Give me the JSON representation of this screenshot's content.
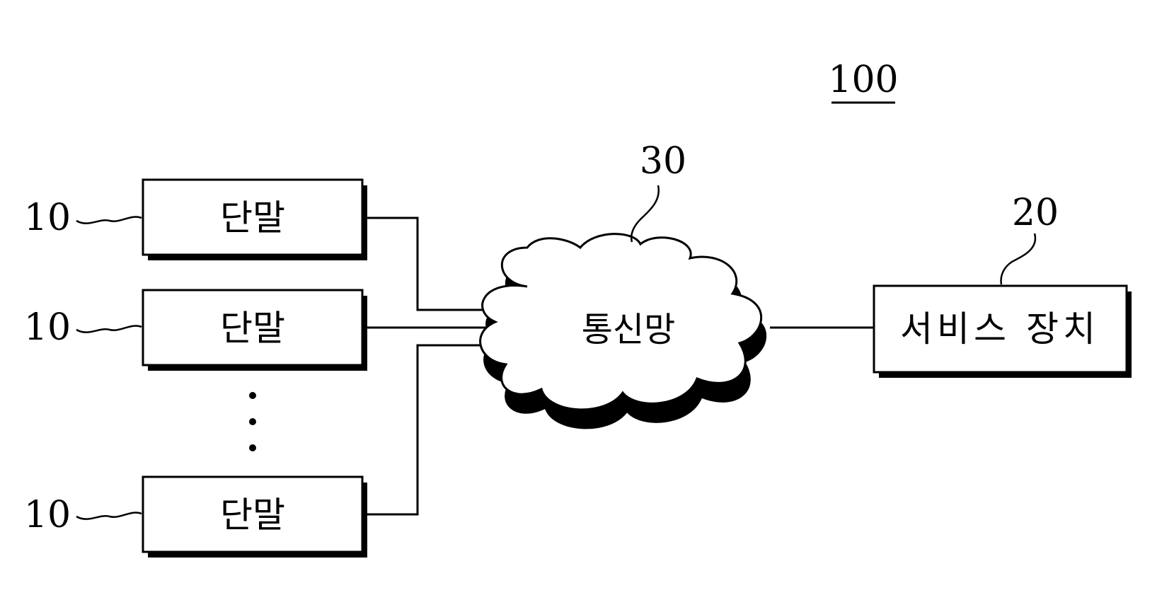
{
  "figure": {
    "system_ref": "100",
    "network": {
      "label": "통신망",
      "ref": "30"
    },
    "service_device": {
      "label": "서비스 장치",
      "ref": "20"
    },
    "terminals": [
      {
        "label": "단말",
        "ref": "10"
      },
      {
        "label": "단말",
        "ref": "10"
      },
      {
        "label": "단말",
        "ref": "10"
      }
    ]
  }
}
